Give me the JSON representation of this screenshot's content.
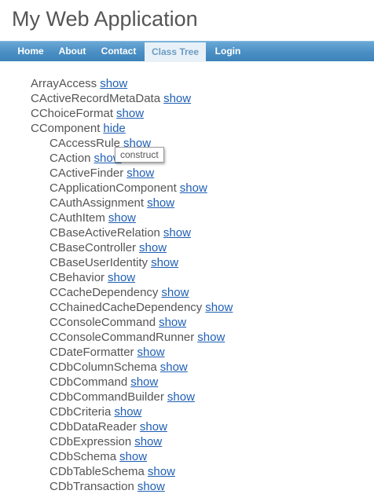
{
  "app": {
    "title": "My Web Application"
  },
  "nav": {
    "items": [
      {
        "label": "Home"
      },
      {
        "label": "About"
      },
      {
        "label": "Contact"
      },
      {
        "label": "Class Tree",
        "active": true
      },
      {
        "label": "Login"
      }
    ]
  },
  "tree": {
    "top_level": [
      {
        "name": "ArrayAccess",
        "toggle": "show"
      },
      {
        "name": "CActiveRecordMetaData",
        "toggle": "show"
      },
      {
        "name": "CChoiceFormat",
        "toggle": "show"
      },
      {
        "name": "CComponent",
        "toggle": "hide"
      }
    ],
    "children": [
      {
        "name": "CAccessRule",
        "toggle": "show"
      },
      {
        "name": "CAction",
        "toggle": "show"
      },
      {
        "name": "CActiveFinder",
        "toggle": "show"
      },
      {
        "name": "CApplicationComponent",
        "toggle": "show"
      },
      {
        "name": "CAuthAssignment",
        "toggle": "show"
      },
      {
        "name": "CAuthItem",
        "toggle": "show"
      },
      {
        "name": "CBaseActiveRelation",
        "toggle": "show"
      },
      {
        "name": "CBaseController",
        "toggle": "show"
      },
      {
        "name": "CBaseUserIdentity",
        "toggle": "show"
      },
      {
        "name": "CBehavior",
        "toggle": "show"
      },
      {
        "name": "CCacheDependency",
        "toggle": "show"
      },
      {
        "name": "CChainedCacheDependency",
        "toggle": "show"
      },
      {
        "name": "CConsoleCommand",
        "toggle": "show"
      },
      {
        "name": "CConsoleCommandRunner",
        "toggle": "show"
      },
      {
        "name": "CDateFormatter",
        "toggle": "show"
      },
      {
        "name": "CDbColumnSchema",
        "toggle": "show"
      },
      {
        "name": "CDbCommand",
        "toggle": "show"
      },
      {
        "name": "CDbCommandBuilder",
        "toggle": "show"
      },
      {
        "name": "CDbCriteria",
        "toggle": "show"
      },
      {
        "name": "CDbDataReader",
        "toggle": "show"
      },
      {
        "name": "CDbExpression",
        "toggle": "show"
      },
      {
        "name": "CDbSchema",
        "toggle": "show"
      },
      {
        "name": "CDbTableSchema",
        "toggle": "show"
      },
      {
        "name": "CDbTransaction",
        "toggle": "show"
      }
    ]
  },
  "tooltip": {
    "text": "construct"
  },
  "colors": {
    "link": "#1f5fb4",
    "nav_bar": "#4a8fc4",
    "text": "#555555"
  }
}
